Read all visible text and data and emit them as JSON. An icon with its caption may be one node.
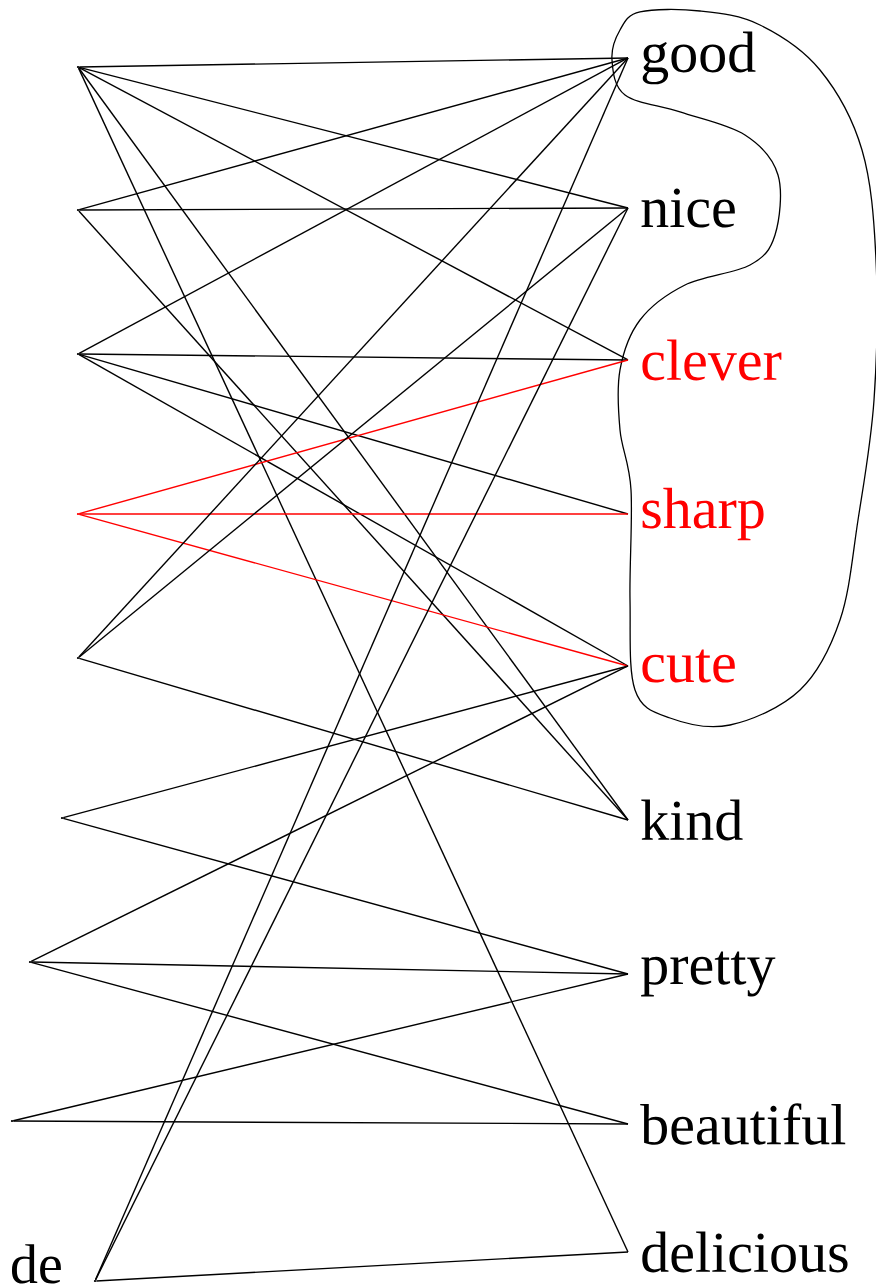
{
  "diagram": {
    "nodes": [
      {
        "text": [],
        "shape": "point"
      },
      {
        "text": [],
        "shape": "point"
      },
      {
        "text": [],
        "shape": "point"
      },
      {
        "text": [],
        "shape": "point"
      },
      {
        "text": [],
        "shape": "point"
      },
      {
        "text": [],
        "shape": "point"
      },
      {
        "text": [],
        "shape": "point"
      },
      {
        "text": [],
        "shape": "point"
      },
      {
        "text": [],
        "shape": "point",
        "beside": [
          "de"
        ]
      },
      {
        "text": [],
        "shape": "cloud"
      },
      {
        "text": [
          "good"
        ],
        "in": 9
      },
      {
        "text": [
          "nice"
        ],
        "in": 9
      },
      {
        "text": [
          "clever"
        ],
        "in": 9
      },
      {
        "text": [
          "sharp"
        ],
        "in": 9
      },
      {
        "text": [
          "cute"
        ],
        "in": 9
      },
      {
        "text": [
          "kind"
        ]
      },
      {
        "text": [
          "pretty"
        ]
      },
      {
        "text": [
          "beautiful"
        ]
      },
      {
        "text": [
          "delicious"
        ]
      }
    ],
    "edges": [
      {
        "from": 0,
        "to": 10,
        "arrow": "none"
      },
      {
        "from": 0,
        "to": 11,
        "arrow": "none"
      },
      {
        "from": 0,
        "to": 12,
        "arrow": "none"
      },
      {
        "from": 0,
        "to": 15,
        "arrow": "none"
      },
      {
        "from": 0,
        "to": 18,
        "arrow": "none"
      },
      {
        "from": 1,
        "to": 10,
        "arrow": "none"
      },
      {
        "from": 1,
        "to": 11,
        "arrow": "none"
      },
      {
        "from": 1,
        "to": 15,
        "arrow": "none"
      },
      {
        "from": 2,
        "to": 10,
        "arrow": "none"
      },
      {
        "from": 2,
        "to": 12,
        "arrow": "none"
      },
      {
        "from": 2,
        "to": 13,
        "arrow": "none"
      },
      {
        "from": 2,
        "to": 14,
        "arrow": "none"
      },
      {
        "from": 3,
        "to": 12,
        "arrow": "none",
        "color": "#ff0000"
      },
      {
        "from": 3,
        "to": 13,
        "arrow": "none",
        "color": "#ff0000"
      },
      {
        "from": 3,
        "to": 14,
        "arrow": "none",
        "color": "#ff0000"
      },
      {
        "from": 4,
        "to": 10,
        "arrow": "none"
      },
      {
        "from": 4,
        "to": 11,
        "arrow": "none"
      },
      {
        "from": 4,
        "to": 15,
        "arrow": "none"
      },
      {
        "from": 5,
        "to": 14,
        "arrow": "none"
      },
      {
        "from": 5,
        "to": 16,
        "arrow": "none"
      },
      {
        "from": 6,
        "to": 14,
        "arrow": "none"
      },
      {
        "from": 6,
        "to": 16,
        "arrow": "none"
      },
      {
        "from": 6,
        "to": 17,
        "arrow": "none"
      },
      {
        "from": 7,
        "to": 16,
        "arrow": "none"
      },
      {
        "from": 7,
        "to": 17,
        "arrow": "none"
      },
      {
        "from": 8,
        "to": 10,
        "arrow": "none"
      },
      {
        "from": 8,
        "to": 11,
        "arrow": "none"
      },
      {
        "from": 8,
        "to": 18,
        "arrow": "none"
      }
    ]
  }
}
